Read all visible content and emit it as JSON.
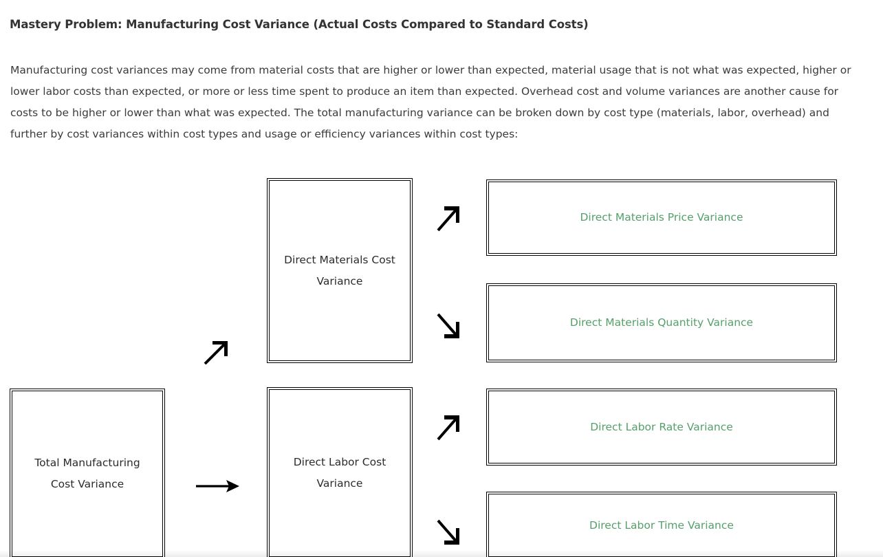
{
  "page": {
    "heading": "Mastery Problem: Manufacturing Cost Variance (Actual Costs Compared to Standard Costs)",
    "intro": "Manufacturing cost variances may come from material costs that are higher or lower than expected, material usage that is not what was expected, higher or lower labor costs than expected, or more or less time spent to produce an item than expected. Overhead cost and volume variances are another cause for costs to be higher or lower than what was expected. The total manufacturing variance can be broken down by cost type (materials, labor, overhead) and further by cost variances within cost types and usage or efficiency variances within cost types:"
  },
  "colors": {
    "heading_text": "#333333",
    "body_text": "#3b3b3b",
    "box_text": "#2b2b2b",
    "leaf_text_green": "#55a06a",
    "box_border": "#000000",
    "background": "#ffffff"
  },
  "diagram": {
    "root": {
      "label": "Total Manufacturing Cost Variance"
    },
    "cost_types": [
      {
        "label": "Direct Materials Cost Variance"
      },
      {
        "label": "Direct Labor Cost Variance"
      }
    ],
    "variances": [
      {
        "label": "Direct Materials Price Variance"
      },
      {
        "label": "Direct Materials Quantity Variance"
      },
      {
        "label": "Direct Labor Rate Variance"
      },
      {
        "label": "Direct Labor Time Variance"
      }
    ],
    "arrows": [
      {
        "name": "arrow-up-right-to-materials",
        "glyph": "arrow-up-right"
      },
      {
        "name": "arrow-right-to-labor",
        "glyph": "arrow-right-long"
      },
      {
        "name": "arrow-up-right-to-dm-price",
        "glyph": "arrow-up-right"
      },
      {
        "name": "arrow-down-right-to-dm-quantity",
        "glyph": "arrow-down-right"
      },
      {
        "name": "arrow-up-right-to-dl-rate",
        "glyph": "arrow-up-right"
      },
      {
        "name": "arrow-down-right-to-dl-time",
        "glyph": "arrow-down-right"
      }
    ]
  }
}
